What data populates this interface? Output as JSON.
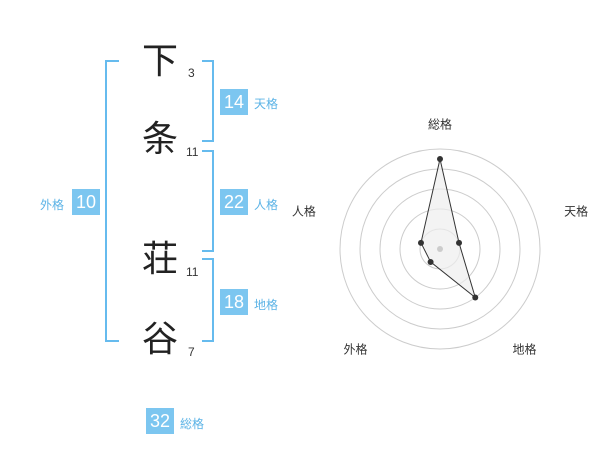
{
  "name": {
    "characters": [
      {
        "char": "下",
        "strokes": "3"
      },
      {
        "char": "条",
        "strokes": "11"
      },
      {
        "char": "荘",
        "strokes": "11"
      },
      {
        "char": "谷",
        "strokes": "7"
      }
    ]
  },
  "kaku": {
    "ten": {
      "value": "14",
      "label": "天格"
    },
    "jin": {
      "value": "22",
      "label": "人格"
    },
    "chi": {
      "value": "18",
      "label": "地格"
    },
    "gai": {
      "value": "10",
      "label": "外格"
    },
    "sou": {
      "value": "32",
      "label": "総格"
    }
  },
  "chart_data": {
    "type": "radar",
    "axes": [
      "総格",
      "天格",
      "地格",
      "外格",
      "人格"
    ],
    "values": [
      4.5,
      1.0,
      3.0,
      0.8,
      1.0
    ],
    "rmax": 5,
    "rings": 5,
    "colors": {
      "ring": "#cccccc",
      "fill": "#eeeeee",
      "line": "#333333",
      "point": "#333333",
      "center": "#cccccc"
    }
  }
}
